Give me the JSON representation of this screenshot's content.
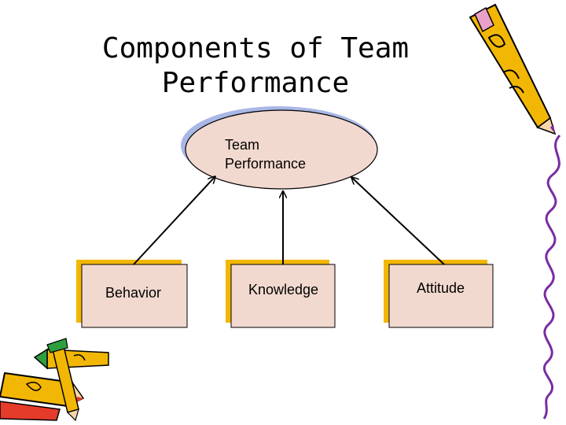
{
  "slide": {
    "title_lines": [
      "Components of Team",
      "Performance"
    ]
  },
  "diagram": {
    "top_node": {
      "label_lines": [
        "Team",
        "Performance"
      ],
      "fill": "#F2D9CF"
    },
    "boxes": [
      {
        "label": "Behavior",
        "fill": "#F2D9CF"
      },
      {
        "label": "Knowledge",
        "fill": "#F2D9CF"
      },
      {
        "label": "Attitude",
        "fill": "#F2D9CF"
      }
    ],
    "shadow_color": "#F2B705",
    "ellipse_shadow_color": "#A9B7E6"
  },
  "decorations": {
    "top_right": "pencil-clipart",
    "right_edge": "wavy-purple-line",
    "bottom_left": "crayons-clipart"
  }
}
